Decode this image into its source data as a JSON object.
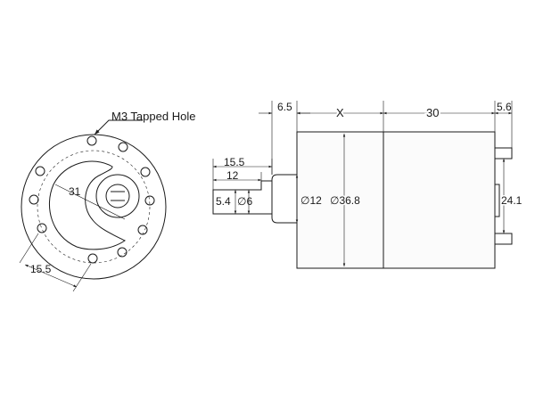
{
  "labels": {
    "tapped_hole": "M3 Tapped Hole",
    "bolt_circle": "31",
    "offset": "15.5",
    "shaft_length": "15.5",
    "flat_length": "12",
    "flat_height": "5.4",
    "shaft_dia": "∅6",
    "boss_dia": "∅12",
    "body_dia": "∅36.8",
    "boss_length": "6.5",
    "gearbox_length": "X",
    "motor_length": "30",
    "terminal_length": "5.6",
    "terminal_span": "24.1"
  },
  "colors": {
    "line": "#1a1a1a",
    "background": "#ffffff"
  }
}
